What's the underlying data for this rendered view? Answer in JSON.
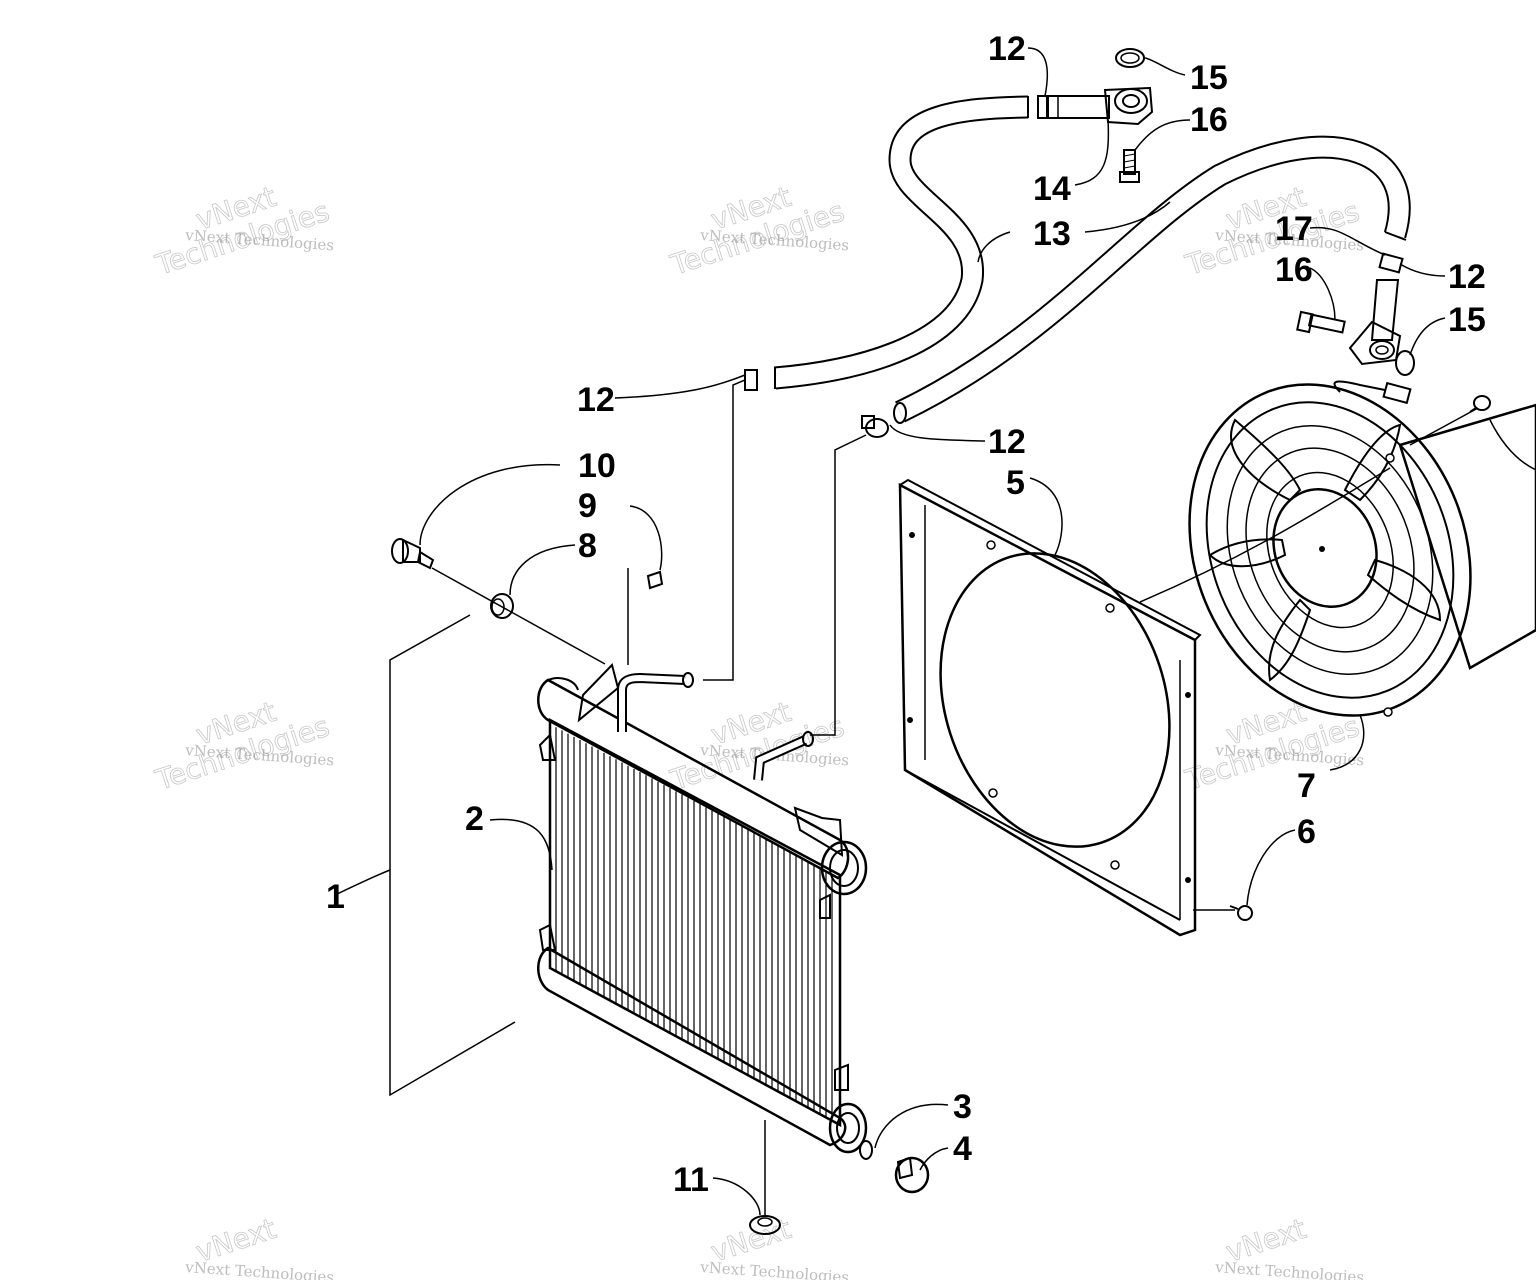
{
  "callouts": [
    {
      "id": "1",
      "label": "1"
    },
    {
      "id": "2",
      "label": "2"
    },
    {
      "id": "3",
      "label": "3"
    },
    {
      "id": "4",
      "label": "4"
    },
    {
      "id": "5",
      "label": "5"
    },
    {
      "id": "6",
      "label": "6"
    },
    {
      "id": "7",
      "label": "7"
    },
    {
      "id": "8",
      "label": "8"
    },
    {
      "id": "9",
      "label": "9"
    },
    {
      "id": "10",
      "label": "10"
    },
    {
      "id": "11",
      "label": "11"
    },
    {
      "id": "12a",
      "label": "12"
    },
    {
      "id": "12b",
      "label": "12"
    },
    {
      "id": "12c",
      "label": "12"
    },
    {
      "id": "12d",
      "label": "12"
    },
    {
      "id": "13",
      "label": "13"
    },
    {
      "id": "14",
      "label": "14"
    },
    {
      "id": "15a",
      "label": "15"
    },
    {
      "id": "15b",
      "label": "15"
    },
    {
      "id": "16a",
      "label": "16"
    },
    {
      "id": "16b",
      "label": "16"
    },
    {
      "id": "17",
      "label": "17"
    }
  ],
  "watermark": {
    "line1": "vNext Technologies",
    "line2": "vNext",
    "line3": "Technologies"
  }
}
